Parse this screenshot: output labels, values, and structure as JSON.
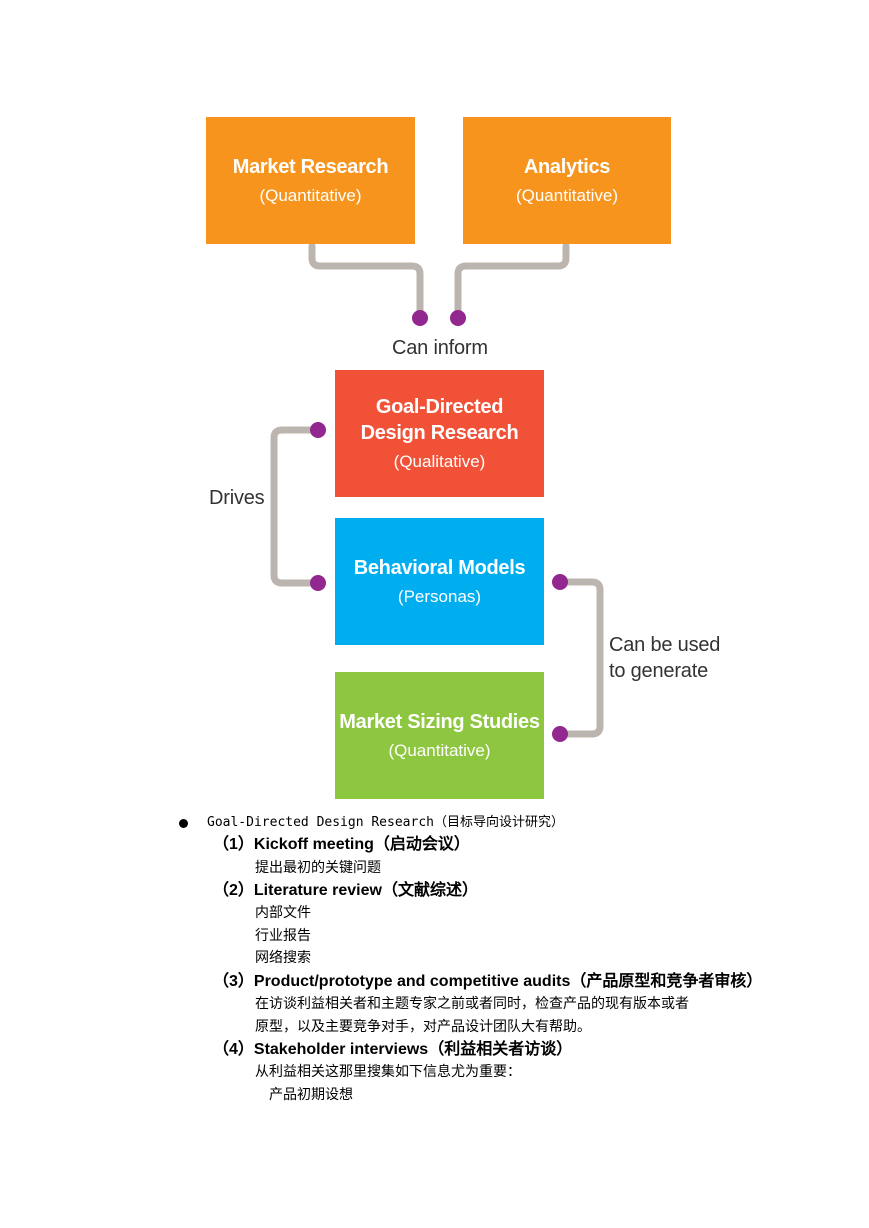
{
  "diagram": {
    "boxes": [
      {
        "title": "Market Research",
        "subtitle": "(Quantitative)",
        "color": "#f7941d"
      },
      {
        "title": "Analytics",
        "subtitle": "(Quantitative)",
        "color": "#f7941d"
      },
      {
        "title_line1": "Goal-Directed",
        "title_line2": "Design Research",
        "subtitle": "(Qualitative)",
        "color": "#f15136"
      },
      {
        "title": "Behavioral Models",
        "subtitle": "(Personas)",
        "color": "#00aeef"
      },
      {
        "title": "Market Sizing Studies",
        "subtitle": "(Quantitative)",
        "color": "#8dc63f"
      }
    ],
    "labels": {
      "can_inform": "Can inform",
      "drives": "Drives",
      "can_be_used_line1": "Can be used",
      "can_be_used_line2": "to generate"
    },
    "connector_color": "#bcb4ae",
    "dot_color": "#92278f"
  },
  "doc": {
    "bullet": "Goal-Directed Design Research（目标导向设计研究）",
    "items": [
      {
        "heading": "（1）Kickoff meeting（启动会议）",
        "lines": [
          "提出最初的关键问题"
        ]
      },
      {
        "heading": "（2）Literature review（文献综述）",
        "lines": [
          "内部文件",
          "行业报告",
          "网络搜索"
        ]
      },
      {
        "heading": "（3）Product/prototype and competitive audits（产品原型和竞争者审核）",
        "lines": [
          "在访谈利益相关者和主题专家之前或者同时，检查产品的现有版本或者",
          "原型，以及主要竞争对手，对产品设计团队大有帮助。"
        ]
      },
      {
        "heading": "（4）Stakeholder interviews（利益相关者访谈）",
        "lines": [
          "从利益相关这那里搜集如下信息尤为重要：",
          "产品初期设想"
        ]
      }
    ]
  }
}
